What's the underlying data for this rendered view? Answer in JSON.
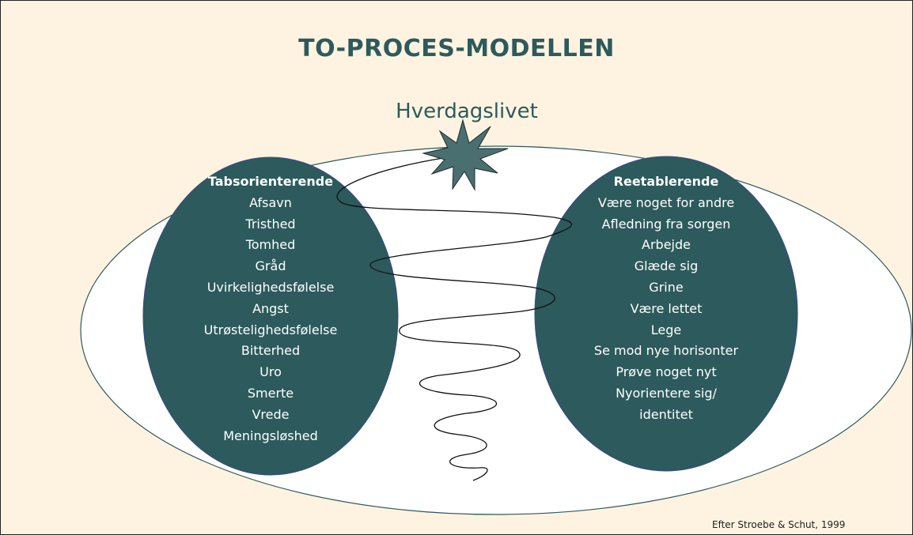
{
  "title": "TO-PROCES-MODELLEN",
  "outer_label": "Hverdagslivet",
  "loss_oriented": {
    "heading": "Tabsorienterende",
    "items": [
      "Afsavn",
      "Tristhed",
      "Tomhed",
      "Gråd",
      "Uvirkelighedsfølelse",
      "Angst",
      "Utrøstelighedsfølelse",
      "Bitterhed",
      "Uro",
      "Smerte",
      "Vrede",
      "Meningsløshed"
    ]
  },
  "restoration": {
    "heading": "Reetablerende",
    "items": [
      "Være noget for andre",
      "Afledning fra sorgen",
      "Arbejde",
      "Glæde sig",
      "Grine",
      "Være lettet",
      "Lege",
      "Se mod nye horisonter",
      "Prøve noget nyt",
      "Nyorientere sig/",
      "identitet"
    ]
  },
  "credit": "Efter Stroebe & Schut, 1999",
  "colors": {
    "background": "#fdf3e0",
    "title": "#2d5a5c",
    "ellipse_fill": "#2d5a5c",
    "star_fill": "#4a6f70"
  },
  "icons": [
    "burst-star-icon"
  ]
}
